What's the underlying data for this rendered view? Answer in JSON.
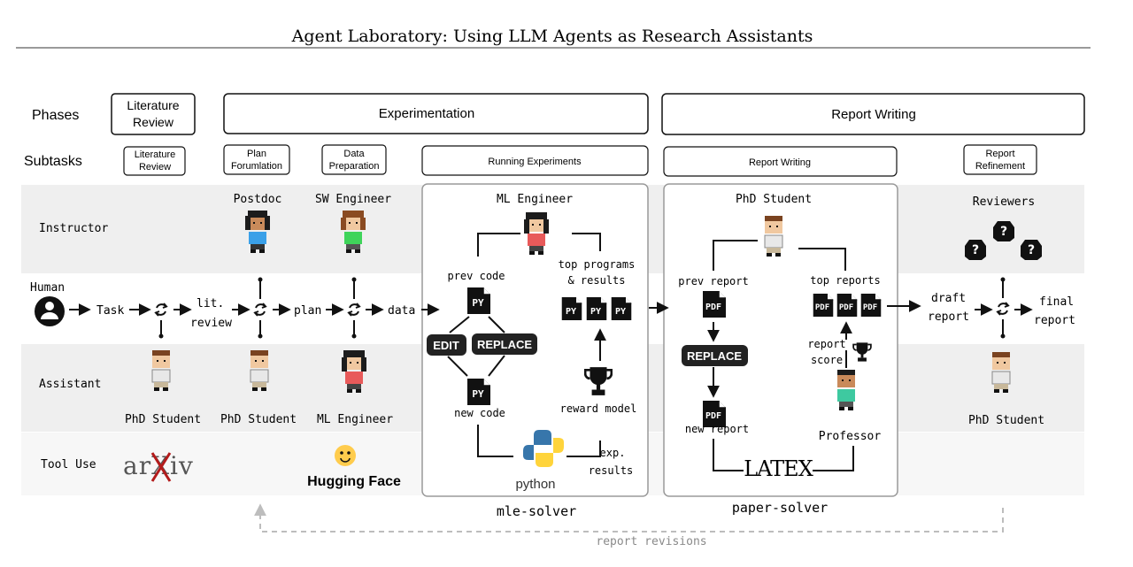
{
  "title": "Agent Laboratory: Using LLM Agents as Research Assistants",
  "row_labels": {
    "phases": "Phases",
    "subtasks": "Subtasks",
    "instructor": "Instructor",
    "human": "Human",
    "assistant": "Assistant",
    "tool_use": "Tool Use"
  },
  "phases": {
    "literature_review": [
      "Literature",
      "Review"
    ],
    "experimentation": "Experimentation",
    "report_writing": "Report Writing"
  },
  "subtasks": {
    "literature_review": [
      "Literature",
      "Review"
    ],
    "plan_formulation": [
      "Plan",
      "Forumlation"
    ],
    "data_preparation": [
      "Data",
      "Preparation"
    ],
    "running_experiments": "Running Experiments",
    "report_writing": "Report Writing",
    "report_refinement": [
      "Report",
      "Refinement"
    ]
  },
  "instructors": {
    "postdoc": "Postdoc",
    "sw_engineer": "SW Engineer",
    "ml_engineer": "ML Engineer",
    "phd_student": "PhD Student",
    "reviewers": "Reviewers"
  },
  "flow": {
    "task": "Task",
    "lit_review": [
      "lit.",
      "review"
    ],
    "plan": "plan",
    "data": "data",
    "draft_report": [
      "draft",
      "report"
    ],
    "final_report": [
      "final",
      "report"
    ]
  },
  "assistants": {
    "phd_student_1": "PhD Student",
    "phd_student_2": "PhD Student",
    "ml_engineer": "ML Engineer",
    "phd_student_3": "PhD Student",
    "professor": "Professor"
  },
  "mle_solver": {
    "label": "mle-solver",
    "prev_code": "prev code",
    "top_programs": [
      "top programs",
      "& results"
    ],
    "edit": "EDIT",
    "replace": "REPLACE",
    "new_code": "new code",
    "reward_model": "reward model",
    "exp_results": [
      "exp.",
      "results"
    ],
    "py": "PY",
    "python": "python"
  },
  "paper_solver": {
    "label": "paper-solver",
    "prev_report": "prev report",
    "top_reports": "top reports",
    "replace": "REPLACE",
    "new_report": "new report",
    "report_score": [
      "report",
      "score"
    ],
    "pdf": "PDF",
    "latex": "LATEX"
  },
  "tools": {
    "arxiv": "arXiv",
    "hugging_face": "Hugging Face"
  },
  "report_revisions": "report revisions",
  "colors": {
    "band": "#efefef",
    "box_border": "#9a9a9a",
    "dark": "#222222",
    "dashed": "#bdbdbd",
    "revision_text": "#8a8a8a",
    "arxiv_red": "#b31b1b",
    "python_blue": "#3776ab",
    "python_yellow": "#ffd43b",
    "hf_yellow": "#ffcc4d"
  }
}
